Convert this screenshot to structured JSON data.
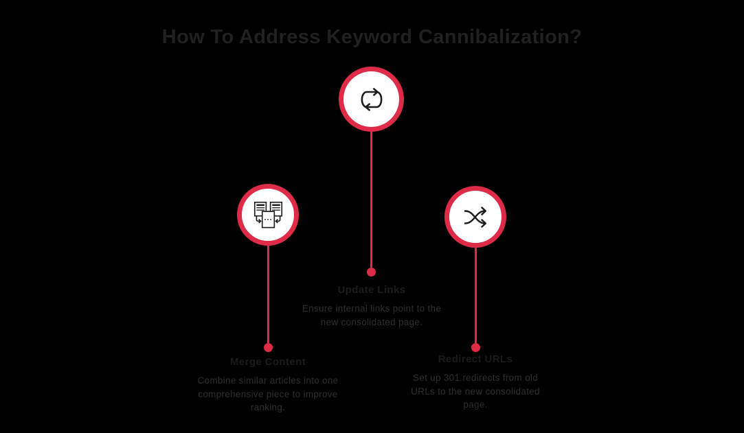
{
  "title": "How To Address Keyword Cannibalization?",
  "colors": {
    "accent": "#DE2B48",
    "background": "#000000",
    "circle_fill": "#FFFFFF",
    "title_text": "#202020",
    "heading_text": "#1B1B1B",
    "body_text": "#2E2E2E",
    "icon_stroke": "#1D1D1D"
  },
  "items": [
    {
      "id": "update-links",
      "icon": "repeat-loop-icon",
      "heading": "Update Links",
      "description_lines": [
        "Ensure internal links point to the",
        "new consolidated page."
      ]
    },
    {
      "id": "merge-content",
      "icon": "merge-documents-icon",
      "heading": "Merge Content",
      "description_lines": [
        "Combine similar articles into one",
        "comprehensive piece to improve",
        "ranking."
      ]
    },
    {
      "id": "redirect-urls",
      "icon": "shuffle-arrows-icon",
      "heading": "Redirect URLs",
      "description_lines": [
        "Set up 301 redirects from old",
        "URLs to the new consolidated",
        "page."
      ]
    }
  ]
}
